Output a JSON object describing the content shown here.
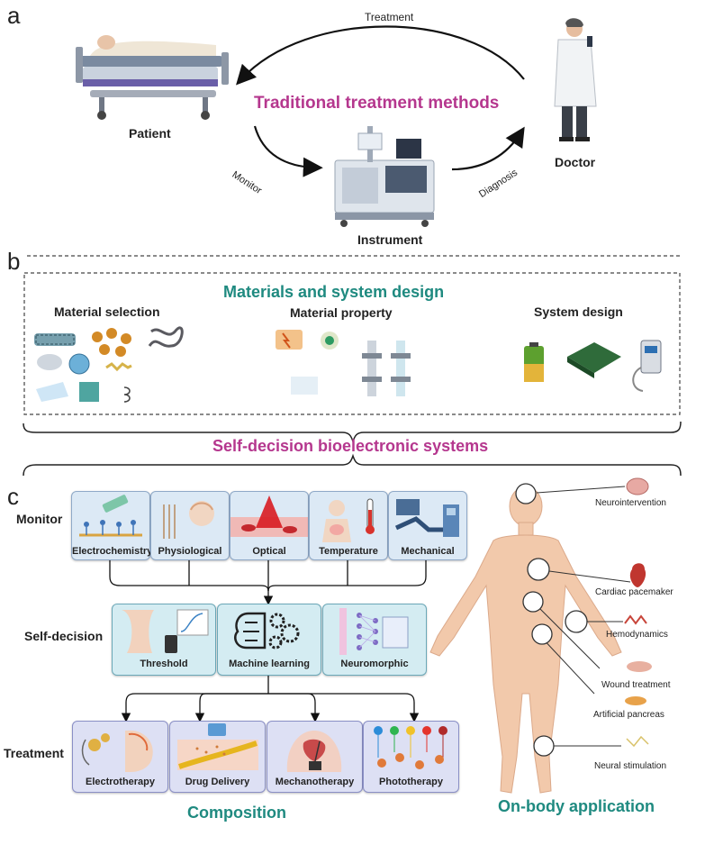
{
  "panel_a": {
    "letter": "a",
    "title": "Traditional treatment methods",
    "treatment": "Treatment",
    "patient": "Patient",
    "doctor": "Doctor",
    "monitor": "Monitor",
    "diagnosis": "Diagnosis",
    "instrument": "Instrument"
  },
  "panel_b": {
    "letter": "b",
    "title": "Materials and system design",
    "material_selection": "Material selection",
    "material_property": "Material property",
    "system_design": "System design",
    "bottom_title": "Self-decision bioelectronic systems"
  },
  "panel_c": {
    "letter": "c",
    "rows": {
      "monitor": "Monitor",
      "self_decision": "Self-decision",
      "treatment": "Treatment"
    },
    "monitor_cards": [
      "Electrochemistry",
      "Physiological",
      "Optical",
      "Temperature",
      "Mechanical"
    ],
    "decision_cards": [
      "Threshold",
      "Machine learning",
      "Neuromorphic"
    ],
    "treatment_cards": [
      "Electrotherapy",
      "Drug Delivery",
      "Mechanotherapy",
      "Phototherapy"
    ],
    "composition": "Composition",
    "body_title": "On-body application",
    "body_labels": [
      "Neurointervention",
      "Cardiac pacemaker",
      "Hemodynamics",
      "Wound treatment",
      "Artificial pancreas",
      "Neural stimulation"
    ]
  },
  "colors": {
    "magenta": "#b5378e",
    "teal": "#1f8a80",
    "monitor_card": "#dce9f5",
    "decision_card": "#d4ecf2",
    "treatment_card": "#dde0f4"
  }
}
